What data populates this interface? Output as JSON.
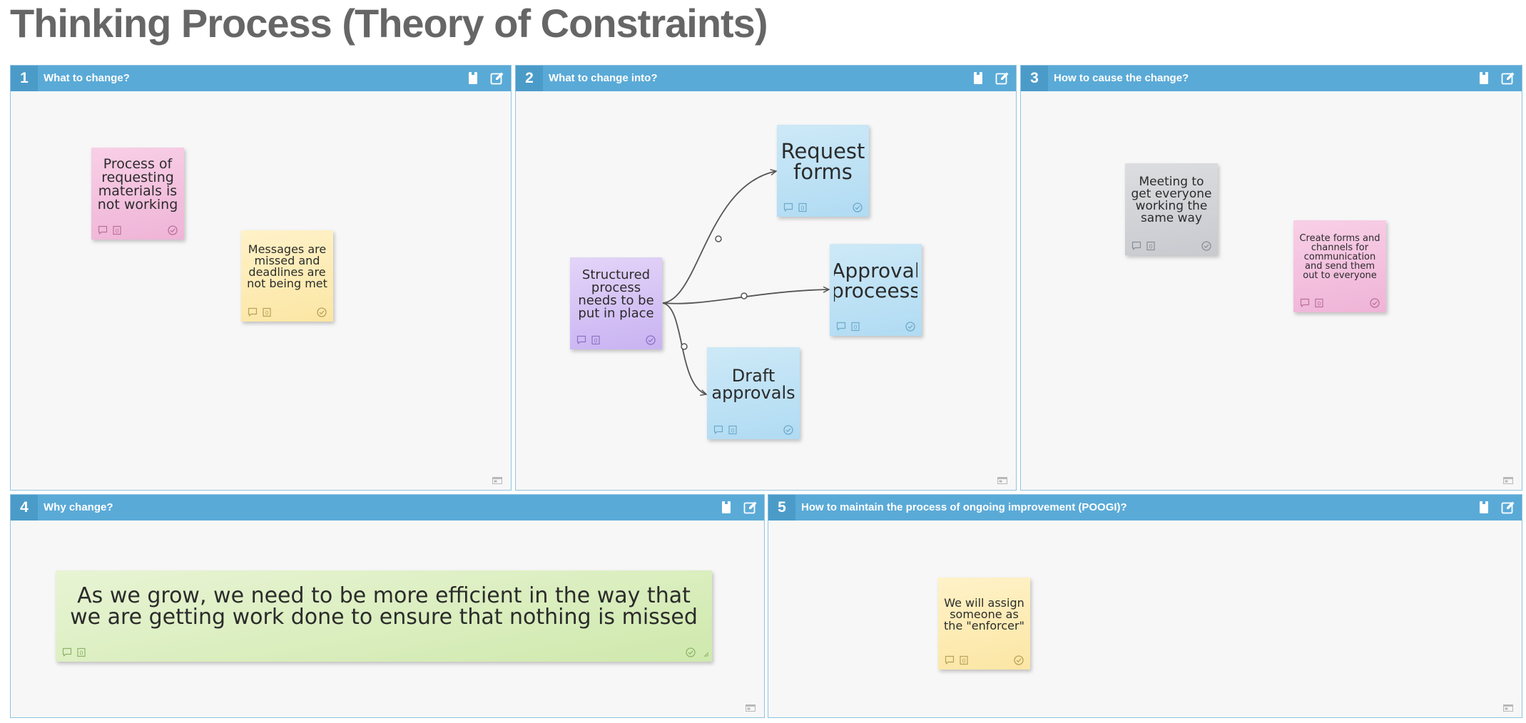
{
  "page": {
    "title": "Thinking Process (Theory of Constraints)"
  },
  "colors": {
    "header": "#5aaad7",
    "header_number": "#4b9bc9",
    "panel_background": "#f7f7f7",
    "note_pink": "#efb4d7",
    "note_yellow": "#fbe6a4",
    "note_purple": "#c9b3f2",
    "note_blue": "#b0dbf3",
    "note_gray": "#c8cacf",
    "note_green": "#cfe9ad"
  },
  "panels": [
    {
      "number": "1",
      "title": "What to change?",
      "notes": [
        {
          "text": "Process of requesting materials is not working",
          "color": "pink"
        },
        {
          "text": "Messages are missed and deadlines are not being met",
          "color": "yellow"
        }
      ]
    },
    {
      "number": "2",
      "title": "What to change into?",
      "notes": [
        {
          "text": "Structured process needs to be put in place",
          "color": "purple"
        },
        {
          "text": "Request forms",
          "color": "blue"
        },
        {
          "text": "Approval proceess",
          "color": "blue"
        },
        {
          "text": "Draft approvals",
          "color": "blue"
        }
      ]
    },
    {
      "number": "3",
      "title": "How to cause the change?",
      "notes": [
        {
          "text": "Meeting to get everyone working the same way",
          "color": "gray"
        },
        {
          "text": "Create forms and channels for communication and send them out to everyone",
          "color": "pink"
        }
      ]
    },
    {
      "number": "4",
      "title": "Why change?",
      "notes": [
        {
          "text": "As we grow, we need to be more efficient in the way that we are getting work done to ensure that nothing is missed",
          "color": "green"
        }
      ]
    },
    {
      "number": "5",
      "title": "How to maintain the process of ongoing improvement (POOGI)?",
      "notes": [
        {
          "text": "We will assign someone as the \"enforcer\"",
          "color": "yellow"
        }
      ]
    }
  ],
  "icons": {
    "panel_header": [
      "card-icon",
      "edit-icon"
    ],
    "note_footer": [
      "comment-icon",
      "count-badge-icon",
      "check-circle-icon"
    ],
    "panel_corner": "panel-view-icon"
  }
}
